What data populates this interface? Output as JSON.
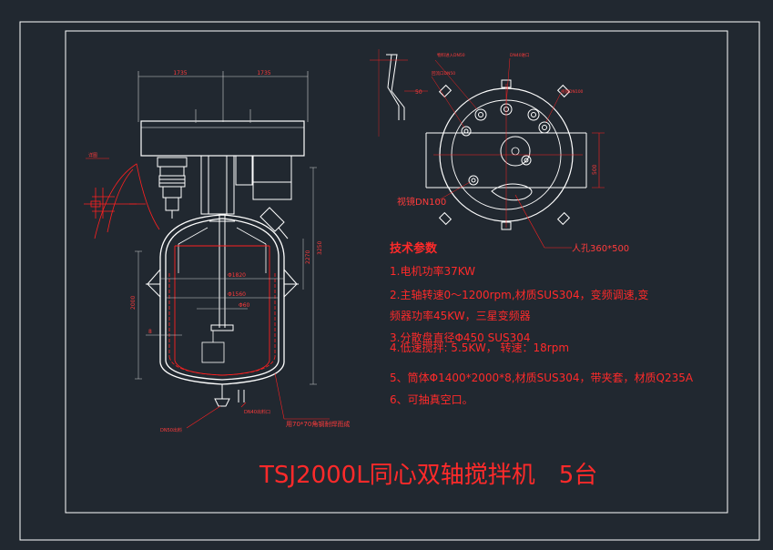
{
  "drawing": {
    "title": "TSJ2000L同心双轴搅拌机　5台",
    "colors": {
      "background": "#212830",
      "frame": "#ffffff",
      "annotation": "#ff2020",
      "title": "#ff2a2a"
    }
  },
  "front_view": {
    "dim_left_top": "1735",
    "dim_right_top": "1735",
    "dim_height_right": "3250",
    "dim_height_inner": "2270",
    "dim_height_left": "2000",
    "dim_diameter_1": "Φ1820",
    "dim_diameter_2": "Φ1560",
    "dim_diameter_3": "Φ60",
    "dim_small": "8",
    "label_outlet": "DN50出料",
    "label_drain": "DN40出料口",
    "label_jacket": "用70*70角钢耐焊而成",
    "label_detail": "详图"
  },
  "top_view": {
    "label_feed": "物料进入DN50",
    "label_vent": "DN40进口",
    "label_sight": "视镜DN100",
    "label_inlet": "回流口DN50",
    "label_viewport": "视镜DN100",
    "label_manhole": "人孔360*500",
    "dim_side": "500",
    "dim_small": "50"
  },
  "specs": {
    "heading": "技术参数",
    "lines": [
      "1.电机功率37KW",
      "2.主轴转速0～1200rpm,材质SUS304，变频调速,变",
      "频器功率45KW，三星变频器",
      "3.分散盘直径Φ450 SUS304",
      "4.低速搅拌: 5.5KW，    转速：18rpm",
      "5、筒体Φ1400*2000*8,材质SUS304，带夹套，材质Q235A",
      "6、可抽真空口。"
    ]
  }
}
